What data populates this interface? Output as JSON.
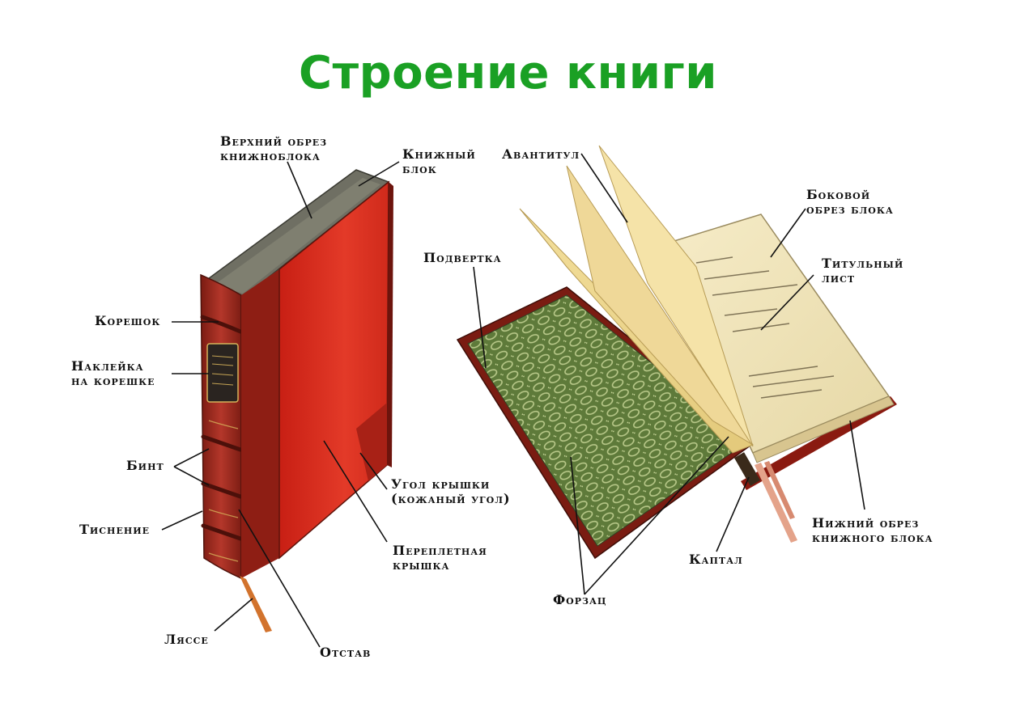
{
  "title": "Строение книги",
  "colors": {
    "title": "#1aa024",
    "cover_red": "#d42a1c",
    "spine_red": "#9c2418",
    "endpaper_green": "#5e7a3a",
    "page_cream": "#f2e6bd",
    "leader": "#111111"
  },
  "labels": {
    "top_edge": [
      "Верхний обрез",
      "книжноблока"
    ],
    "book_block": [
      "Книжный",
      "блок"
    ],
    "spine": "Корешок",
    "spine_label": [
      "Наклейка",
      "на корешке"
    ],
    "band": "Бинт",
    "embossing": "Тиснение",
    "ribbon": "Ляссе",
    "corner": [
      "Угол крышки",
      "(кожаный угол)"
    ],
    "cover": [
      "Переплетная",
      "крышка"
    ],
    "hinge": "Отстав",
    "half_title": "Авантитул",
    "turn_in": "Подвертка",
    "fore_edge": [
      "Боковой",
      "обрез блока"
    ],
    "title_page": [
      "Титульный",
      "лист"
    ],
    "bottom_edge": [
      "Нижний обрез",
      "книжного блока"
    ],
    "headband": "Каптал",
    "endpaper": "Форзац"
  }
}
